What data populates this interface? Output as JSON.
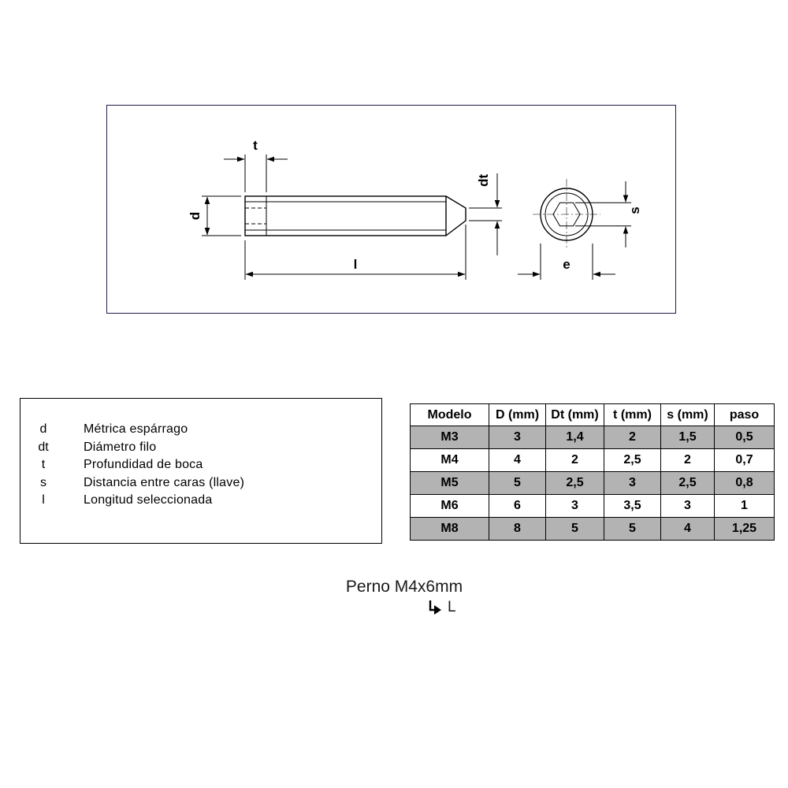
{
  "colors": {
    "frame_border": "#1c1c4e",
    "table_gray": "#b3b3b3",
    "line_black": "#000000"
  },
  "drawing": {
    "labels": {
      "t": "t",
      "d": "d",
      "dt": "dt",
      "l": "l",
      "s": "s",
      "e": "e"
    }
  },
  "legend": {
    "items": [
      {
        "symbol": "d",
        "text": "Métrica espárrago"
      },
      {
        "symbol": "dt",
        "text": "Diámetro filo"
      },
      {
        "symbol": "t",
        "text": "Profundidad de boca"
      },
      {
        "symbol": "s",
        "text": "Distancia entre caras (llave)"
      },
      {
        "symbol": "l",
        "text": "Longitud seleccionada"
      }
    ]
  },
  "table": {
    "headers": [
      "Modelo",
      "D (mm)",
      "Dt (mm)",
      "t (mm)",
      "s (mm)",
      "paso"
    ],
    "rows": [
      [
        "M3",
        "3",
        "1,4",
        "2",
        "1,5",
        "0,5"
      ],
      [
        "M4",
        "4",
        "2",
        "2,5",
        "2",
        "0,7"
      ],
      [
        "M5",
        "5",
        "2,5",
        "3",
        "2,5",
        "0,8"
      ],
      [
        "M6",
        "6",
        "3",
        "3,5",
        "3",
        "1"
      ],
      [
        "M8",
        "8",
        "5",
        "5",
        "4",
        "1,25"
      ]
    ]
  },
  "caption": {
    "title": "Perno M4x6mm",
    "note": "L"
  }
}
